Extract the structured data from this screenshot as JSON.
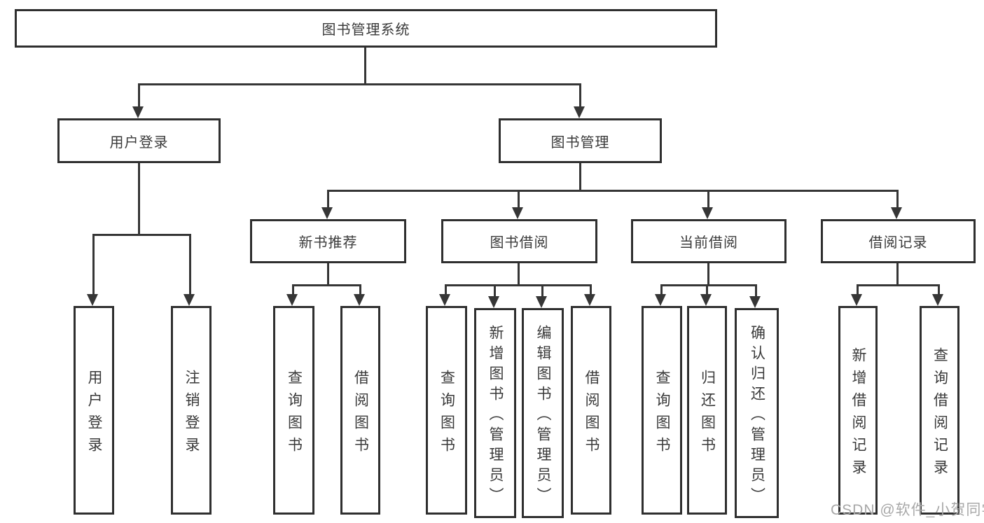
{
  "diagram": {
    "root": "图书管理系统",
    "level2": {
      "user_login": "用户登录",
      "book_mgmt": "图书管理"
    },
    "level3": {
      "new_book_rec": "新书推荐",
      "book_borrow": "图书借阅",
      "current_borrow": "当前借阅",
      "borrow_record": "借阅记录"
    },
    "leaves": {
      "user_login": "用户登录",
      "logout": "注销登录",
      "nb_query_book": "查询图书",
      "nb_borrow_book": "借阅图书",
      "bb_query_book": "查询图书",
      "bb_add_book_admin": "新增图书（管理员）",
      "bb_edit_book_admin": "编辑图书（管理员）",
      "bb_borrow_book": "借阅图书",
      "cb_query_book": "查询图书",
      "cb_return_book": "归还图书",
      "cb_confirm_return_admin": "确认归还（管理员）",
      "br_add_record": "新增借阅记录",
      "br_query_record": "查询借阅记录"
    },
    "watermark": "CSDN @软件_小贺同学"
  },
  "colors": {
    "background": "#ffffff",
    "box_border": "#2f2f2f",
    "connector_line": "#363636",
    "text": "#3a3a3a",
    "watermark_text": "#a8a8a8"
  }
}
